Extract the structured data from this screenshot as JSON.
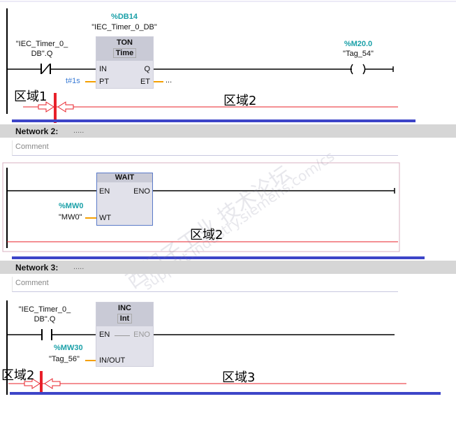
{
  "network1": {
    "contact_tag_line1": "\"IEC_Timer_0_",
    "contact_tag_line2": "DB\".Q",
    "instance_addr": "%DB14",
    "instance_name": "\"IEC_Timer_0_DB\"",
    "block_name": "TON",
    "block_type": "Time",
    "pins": {
      "in": "IN",
      "q": "Q",
      "pt": "PT",
      "et": "ET"
    },
    "pt_value": "t#1s",
    "et_value": "...",
    "coil_addr": "%M20.0",
    "coil_tag": "\"Tag_54\"",
    "annotation_left": "区域1",
    "annotation_right": "区域2"
  },
  "network2": {
    "header": "Network 2:",
    "dots": ".....",
    "comment": "Comment",
    "block_name": "WAIT",
    "pins": {
      "en": "EN",
      "eno": "ENO",
      "wt": "WT"
    },
    "wt_addr": "%MW0",
    "wt_tag": "\"MW0\"",
    "annotation": "区域2"
  },
  "network3": {
    "header": "Network 3:",
    "dots": ".....",
    "comment": "Comment",
    "contact_tag_line1": "\"IEC_Timer_0_",
    "contact_tag_line2": "DB\".Q",
    "block_name": "INC",
    "block_type": "Int",
    "pins": {
      "en": "EN",
      "eno": "ENO",
      "inout": "IN/OUT"
    },
    "inout_addr": "%MW30",
    "inout_tag": "\"Tag_56\"",
    "annotation_left": "区域2",
    "annotation_right": "区域3"
  },
  "watermark": {
    "line1": "西门子工业  技术论坛",
    "line2": "support.industry.siemens.com/cs"
  },
  "colors": {
    "accent_blue": "#3d45c8",
    "annotation_red": "#e8202a",
    "tag_teal": "#1aa0a8",
    "wire_orange": "#f5a000"
  }
}
